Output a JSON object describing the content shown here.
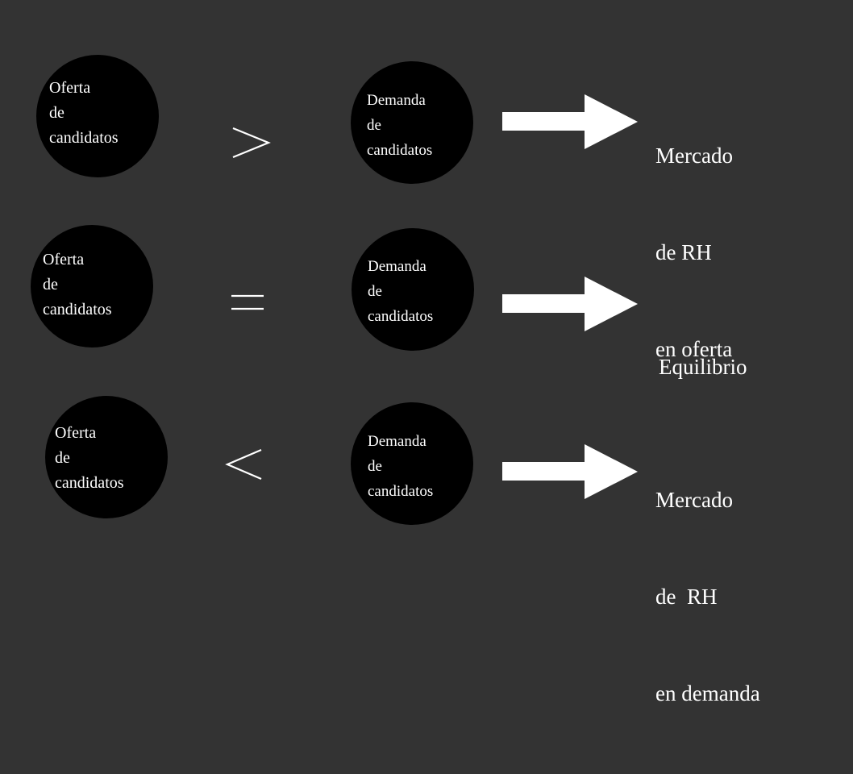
{
  "rows": [
    {
      "oferta_lines": [
        "Oferta",
        "de",
        "candidatos"
      ],
      "operator": "greater-than",
      "demanda_lines": [
        "Demanda",
        "de",
        "candidatos"
      ],
      "result_lines": [
        "Mercado",
        "de RH",
        "en oferta"
      ]
    },
    {
      "oferta_lines": [
        "Oferta",
        "de",
        "candidatos"
      ],
      "operator": "equals",
      "demanda_lines": [
        "Demanda",
        "de",
        "candidatos"
      ],
      "result_lines": [
        "Equilibrio"
      ]
    },
    {
      "oferta_lines": [
        "Oferta",
        "de",
        "candidatos"
      ],
      "operator": "less-than",
      "demanda_lines": [
        "Demanda",
        "de",
        "candidatos"
      ],
      "result_lines": [
        "Mercado",
        "de  RH",
        "en demanda"
      ]
    }
  ],
  "colors": {
    "background": "#333333",
    "circle": "#000000",
    "text": "#ffffff",
    "arrow": "#ffffff"
  }
}
